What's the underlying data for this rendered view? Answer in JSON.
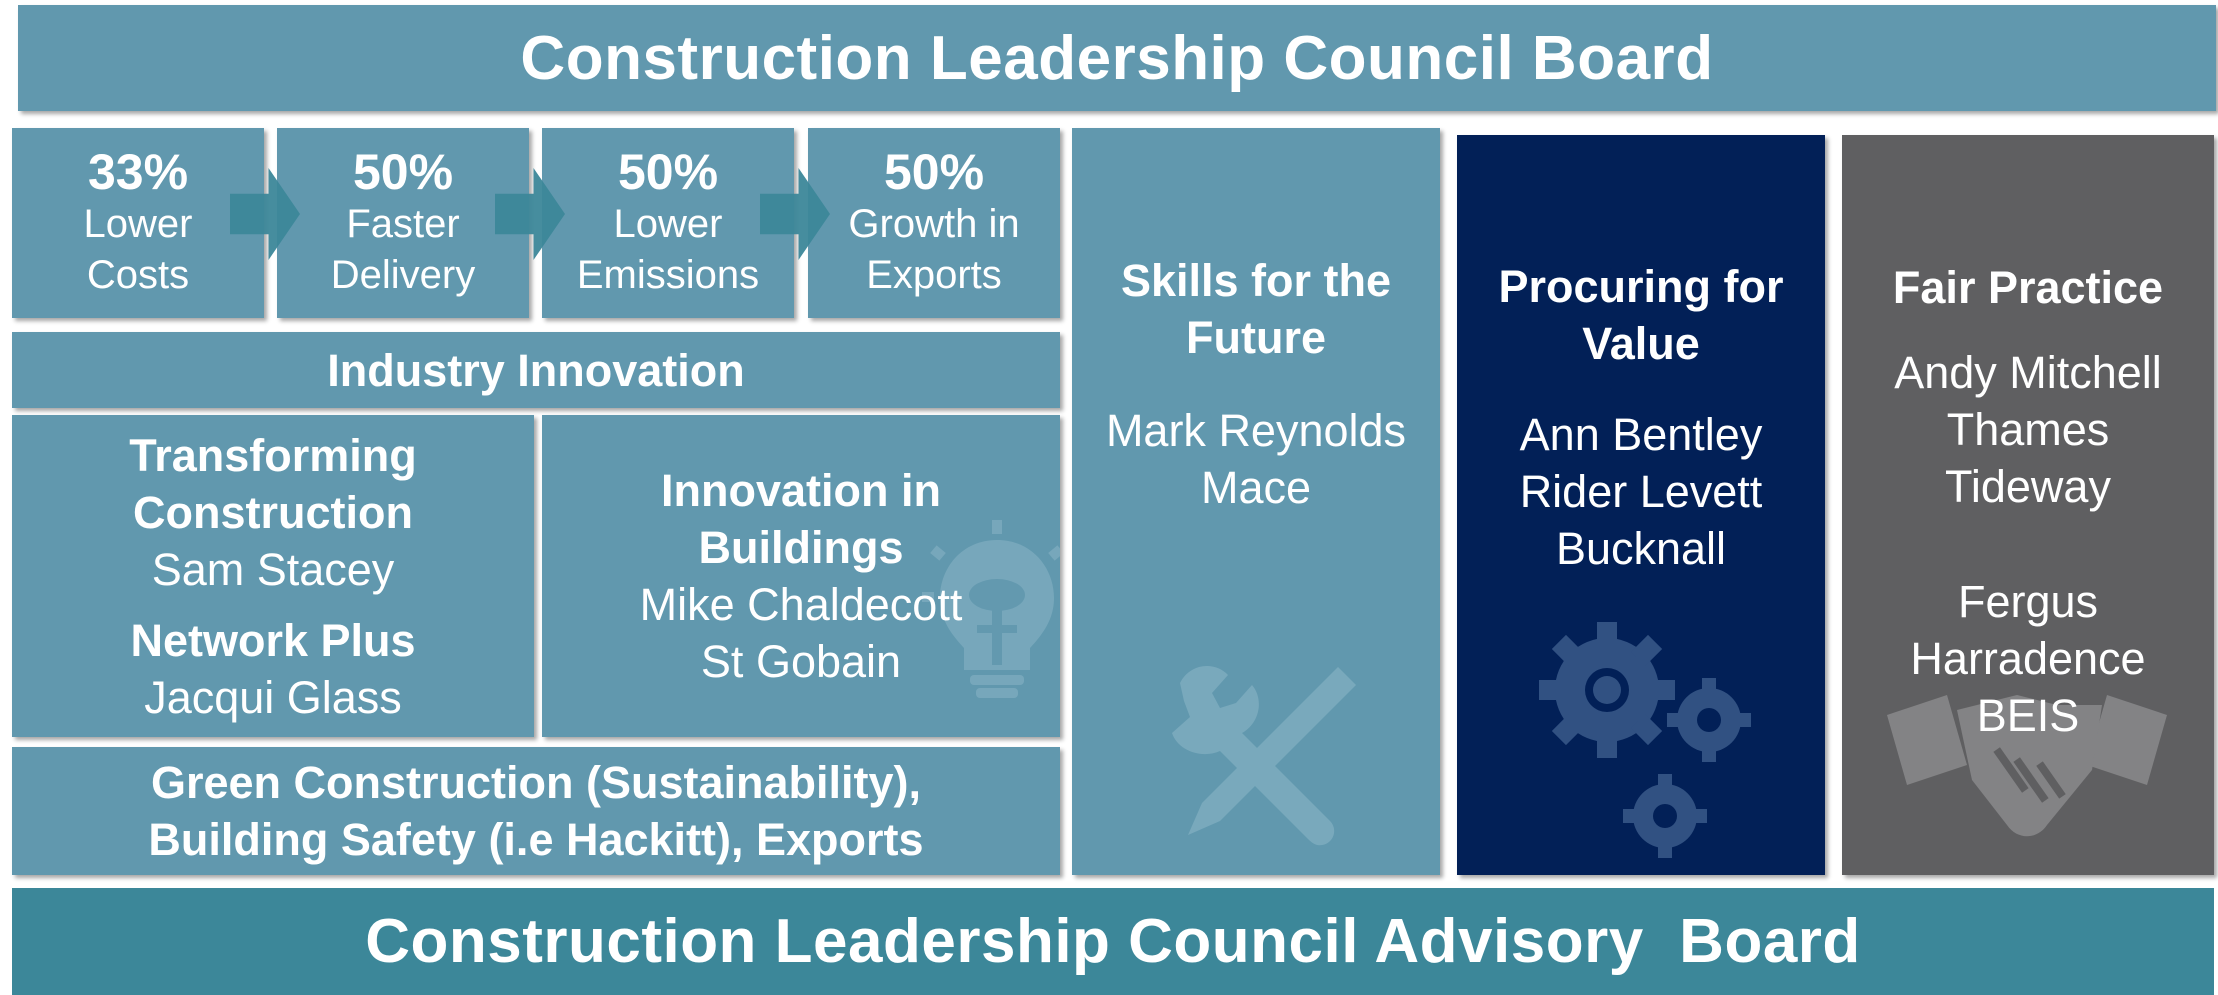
{
  "header": {
    "title": "Construction Leadership Council Board"
  },
  "footer": {
    "title": "Construction Leadership Council Advisory  Board"
  },
  "targets": [
    {
      "value": "33%",
      "line1": "Lower",
      "line2": "Costs"
    },
    {
      "value": "50%",
      "line1": "Faster",
      "line2": "Delivery"
    },
    {
      "value": "50%",
      "line1": "Lower",
      "line2": "Emissions"
    },
    {
      "value": "50%",
      "line1": "Growth in",
      "line2": "Exports"
    }
  ],
  "innovation": {
    "title": "Industry Innovation",
    "transforming": {
      "heading1": "Transforming",
      "heading2": "Construction",
      "person": "Sam Stacey",
      "network_heading": "Network Plus",
      "network_person": "Jacqui Glass"
    },
    "buildings": {
      "heading1": "Innovation in",
      "heading2": "Buildings",
      "person": "Mike Chaldecott",
      "org": "St Gobain"
    },
    "themes": {
      "line1": "Green Construction (Sustainability),",
      "line2": "Building Safety (i.e Hackitt), Exports"
    }
  },
  "skills": {
    "heading1": "Skills for the",
    "heading2": "Future",
    "person": "Mark Reynolds",
    "org": "Mace"
  },
  "procuring": {
    "heading1": "Procuring for",
    "heading2": "Value",
    "person": "Ann Bentley",
    "org1": "Rider Levett",
    "org2": "Bucknall"
  },
  "fair": {
    "heading": "Fair Practice",
    "person1": "Andy Mitchell",
    "org1a": "Thames",
    "org1b": "Tideway",
    "person2a": "Fergus",
    "person2b": "Harradence",
    "org2": "BEIS"
  },
  "colors": {
    "teal": "#6198ae",
    "navy": "#022057",
    "grey": "#5f5f61",
    "dark_teal": "#3c8799"
  },
  "icons": [
    "lightbulb-icon",
    "tools-icon",
    "gears-icon",
    "handshake-icon"
  ]
}
